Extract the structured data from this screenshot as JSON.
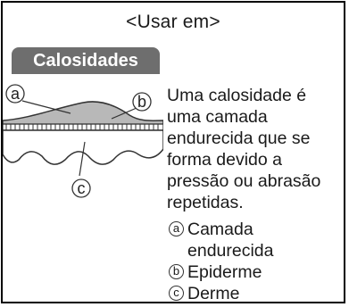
{
  "header": {
    "title": "<Usar em>"
  },
  "section": {
    "title": "Calosidades"
  },
  "illustration": {
    "markers": {
      "a": "a",
      "b": "b",
      "c": "c"
    }
  },
  "description": "Uma calosidade é uma camada endurecida que se forma devido a pressão ou abrasão repetidas.",
  "legend": [
    {
      "marker": "a",
      "label": "Camada endurecida"
    },
    {
      "marker": "b",
      "label": "Epiderme"
    },
    {
      "marker": "c",
      "label": "Derme"
    }
  ],
  "colors": {
    "badge": "#6e6e6e",
    "callus": "#b8b8b8",
    "border": "#000000"
  }
}
